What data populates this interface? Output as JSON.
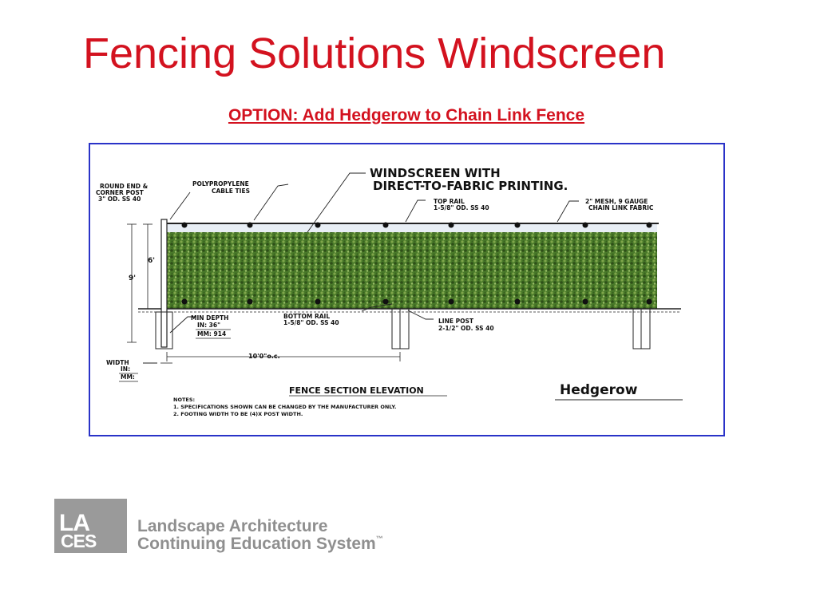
{
  "slide": {
    "title": "Fencing Solutions Windscreen",
    "subtitle": "OPTION: Add Hedgerow to Chain Link Fence"
  },
  "drawing": {
    "callout_main": [
      "WINDSCREEN WITH",
      "DIRECT-TO-FABRIC PRINTING."
    ],
    "end_post": [
      "ROUND END &",
      "CORNER POST",
      "3\" OD. SS 40"
    ],
    "cable_ties": [
      "POLYPROPYLENE",
      "CABLE TIES"
    ],
    "top_rail": [
      "TOP RAIL",
      "1-5/8\" OD. SS 40"
    ],
    "mesh": [
      "2\" MESH, 9 GAUGE",
      "CHAIN LINK FABRIC"
    ],
    "dim_6": "6'",
    "dim_9": "9'",
    "min_depth": [
      "MIN DEPTH",
      "IN: 36\"",
      "MM: 914"
    ],
    "bottom_rail": [
      "BOTTOM RAIL",
      "1-5/8\" OD. SS 40"
    ],
    "line_post": [
      "LINE POST",
      "2-1/2\" OD. SS 40"
    ],
    "width": [
      "WIDTH",
      "IN:",
      "MM:"
    ],
    "spacing": "10'0\"o.c.",
    "section_title": "FENCE SECTION ELEVATION",
    "product_name": "Hedgerow",
    "notes_heading": "NOTES:",
    "notes": [
      "1. SPECIFICATIONS SHOWN CAN BE CHANGED BY THE MANUFACTURER ONLY.",
      "2. FOOTING WIDTH TO BE (4)X POST WIDTH."
    ]
  },
  "logo": {
    "mark_top": "LA",
    "mark_bottom": "CES",
    "line1": "Landscape Architecture",
    "line2": "Continuing Education System",
    "trademark": "™"
  },
  "colors": {
    "title_red": "#d3121f",
    "frame_blue": "#2a33c8",
    "hedge_green": "#3f6b22",
    "logo_gray": "#9a9a9a"
  }
}
